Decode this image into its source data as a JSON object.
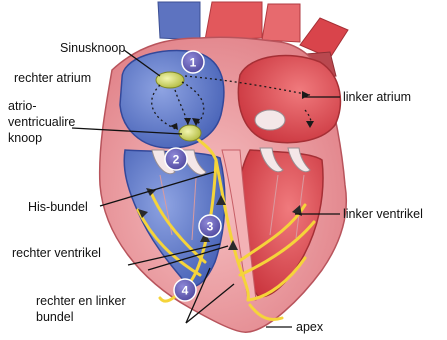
{
  "labels": {
    "sinusknoop": "Sinusknoop",
    "rechter_atrium": "rechter atrium",
    "av_line1": "atrio-",
    "av_line2": "ventricualire",
    "av_line3": "knoop",
    "his_bundel": "His-bundel",
    "rechter_ventrikel": "rechter ventrikel",
    "bundel_line1": "rechter en linker",
    "bundel_line2": "bundel",
    "linker_atrium": "linker atrium",
    "linker_ventrikel": "linker ventrikel",
    "apex": "apex"
  },
  "steps": [
    "1",
    "2",
    "3",
    "4"
  ],
  "colors": {
    "step_badge": "#6a63b8",
    "conduction": "#f5d43a",
    "heart_wall": "#e88a8f",
    "right_side_blue": "#5e78c8",
    "left_side_red": "#e2484f"
  }
}
